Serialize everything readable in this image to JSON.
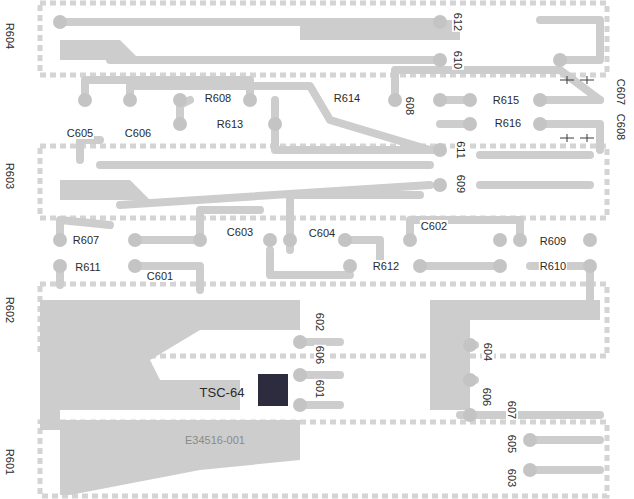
{
  "diagram": {
    "labels": [
      "R604",
      "612",
      "610",
      "C607",
      "C608",
      "R608",
      "R614",
      "R615",
      "R616",
      "608",
      "C605",
      "C606",
      "R613",
      "R603",
      "611",
      "609",
      "R607",
      "C603",
      "C604",
      "C602",
      "R609",
      "R611",
      "C601",
      "R612",
      "R610",
      "R602",
      "602",
      "606",
      "601",
      "604",
      "606",
      "TSC-64",
      "607",
      "605",
      "603",
      "R601",
      "E34516-001"
    ]
  }
}
